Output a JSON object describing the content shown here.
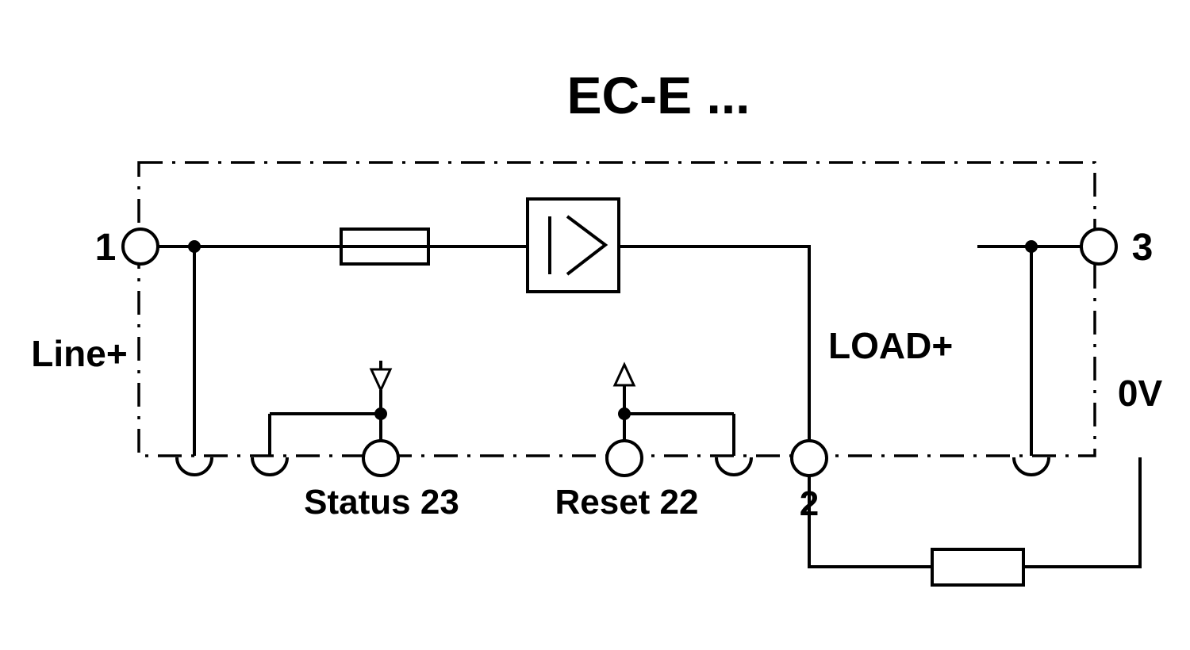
{
  "diagram": {
    "title": "EC-E ...",
    "terminals": {
      "t1": "1",
      "t2": "2",
      "t3": "3",
      "status": "Status 23",
      "reset": "Reset 22"
    },
    "labels": {
      "line_plus": "Line+",
      "load_plus": "LOAD+",
      "zero_v": "0V"
    },
    "colors": {
      "stroke": "#000000",
      "background": "#ffffff"
    }
  }
}
